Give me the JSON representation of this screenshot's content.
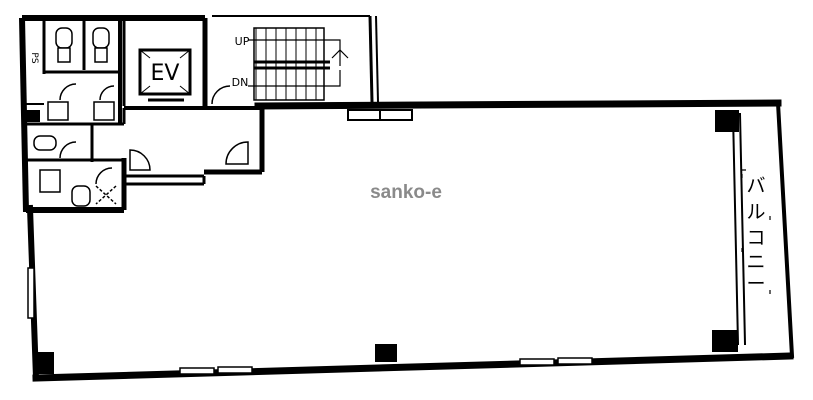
{
  "labels": {
    "elevator": "EV",
    "stair_up": "UP",
    "stair_down": "DN",
    "pipe_space": "PS",
    "balcony_chars": [
      "バ",
      "ル",
      "コ",
      "ニ",
      "ー"
    ]
  },
  "watermark": "sanko-e",
  "colors": {
    "wall": "#000000",
    "watermark": "#8a8a8a",
    "background": "#ffffff"
  }
}
